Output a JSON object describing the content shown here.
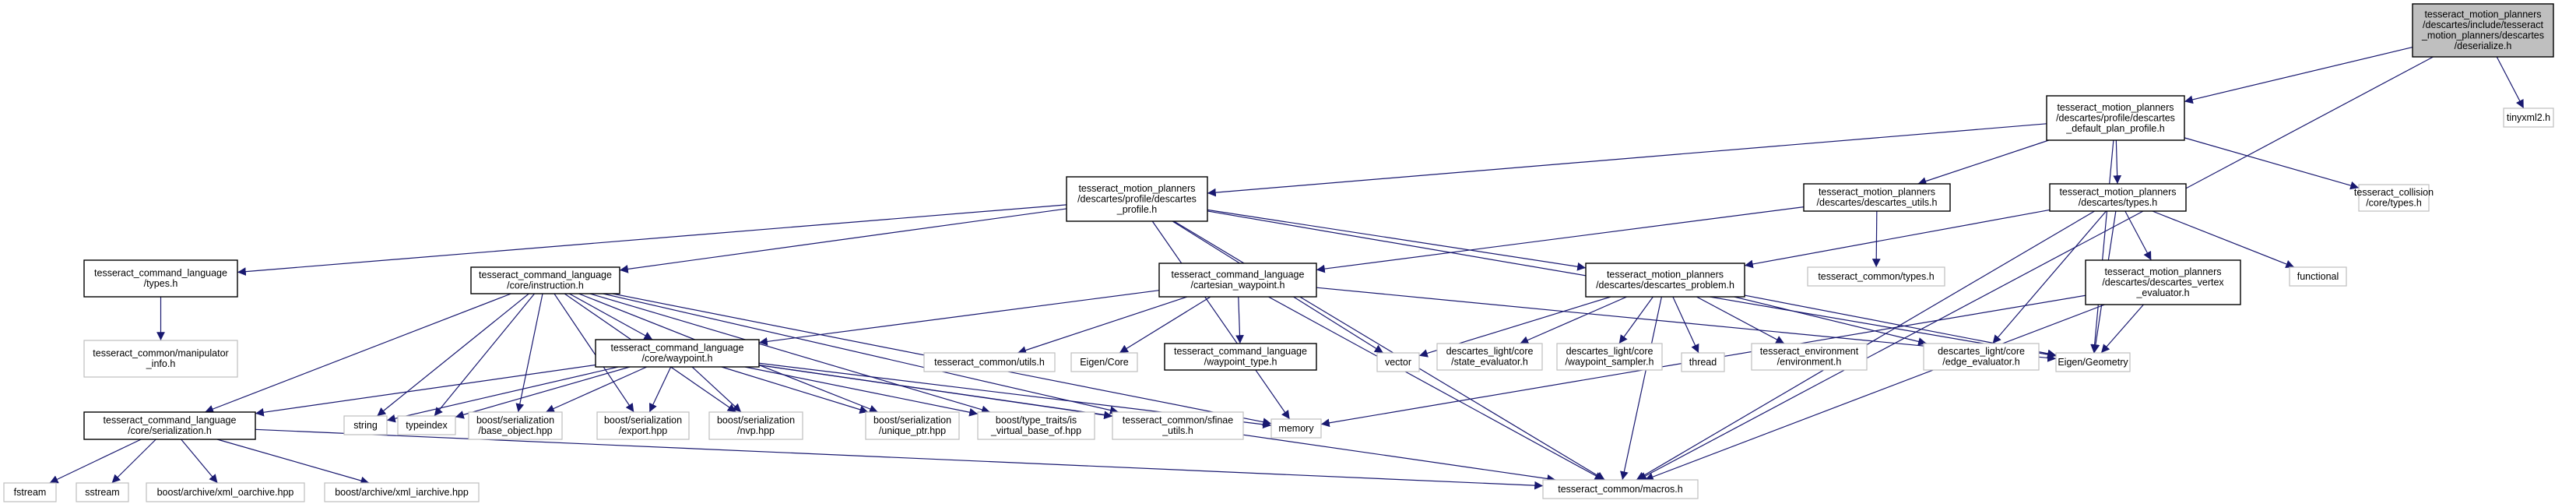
{
  "diagram": {
    "type": "include-dependency-graph",
    "colors": {
      "edge": "#191970",
      "root_fill": "#bfbfbf",
      "node_border": "#000000",
      "external_border": "#bfbfbf"
    },
    "nodes": [
      {
        "id": "deserialize",
        "kind": "root",
        "lines": [
          "tesseract_motion_planners",
          "/descartes/include/tesseract",
          "_motion_planners/descartes",
          "/deserialize.h"
        ]
      },
      {
        "id": "tinyxml2",
        "kind": "external",
        "lines": [
          "tinyxml2.h"
        ]
      },
      {
        "id": "default_plan_profile",
        "kind": "documented",
        "lines": [
          "tesseract_motion_planners",
          "/descartes/profile/descartes",
          "_default_plan_profile.h"
        ]
      },
      {
        "id": "collision_types",
        "kind": "external",
        "lines": [
          "tesseract_collision",
          "/core/types.h"
        ]
      },
      {
        "id": "descartes_profile",
        "kind": "documented",
        "lines": [
          "tesseract_motion_planners",
          "/descartes/profile/descartes",
          "_profile.h"
        ]
      },
      {
        "id": "descartes_utils",
        "kind": "documented",
        "lines": [
          "tesseract_motion_planners",
          "/descartes/descartes_utils.h"
        ]
      },
      {
        "id": "descartes_types",
        "kind": "documented",
        "lines": [
          "tesseract_motion_planners",
          "/descartes/types.h"
        ]
      },
      {
        "id": "common_types",
        "kind": "external",
        "lines": [
          "tesseract_common/types.h"
        ]
      },
      {
        "id": "vertex_evaluator",
        "kind": "documented",
        "lines": [
          "tesseract_motion_planners",
          "/descartes/descartes_vertex",
          "_evaluator.h"
        ]
      },
      {
        "id": "functional",
        "kind": "external",
        "lines": [
          "functional"
        ]
      },
      {
        "id": "cl_types",
        "kind": "documented",
        "lines": [
          "tesseract_command_language",
          "/types.h"
        ]
      },
      {
        "id": "manipulator_info",
        "kind": "external",
        "lines": [
          "tesseract_common/manipulator",
          "_info.h"
        ]
      },
      {
        "id": "instruction",
        "kind": "documented",
        "lines": [
          "tesseract_command_language",
          "/core/instruction.h"
        ]
      },
      {
        "id": "cartesian_waypoint",
        "kind": "documented",
        "lines": [
          "tesseract_command_language",
          "/cartesian_waypoint.h"
        ]
      },
      {
        "id": "descartes_problem",
        "kind": "documented",
        "lines": [
          "tesseract_motion_planners",
          "/descartes/descartes_problem.h"
        ]
      },
      {
        "id": "common_utils",
        "kind": "external",
        "lines": [
          "tesseract_common/utils.h"
        ]
      },
      {
        "id": "eigen_core",
        "kind": "external",
        "lines": [
          "Eigen/Core"
        ]
      },
      {
        "id": "waypoint_type",
        "kind": "documented",
        "lines": [
          "tesseract_command_language",
          "/waypoint_type.h"
        ]
      },
      {
        "id": "vector",
        "kind": "external",
        "lines": [
          "vector"
        ]
      },
      {
        "id": "state_evaluator",
        "kind": "external",
        "lines": [
          "descartes_light/core",
          "/state_evaluator.h"
        ]
      },
      {
        "id": "waypoint_sampler",
        "kind": "external",
        "lines": [
          "descartes_light/core",
          "/waypoint_sampler.h"
        ]
      },
      {
        "id": "thread",
        "kind": "external",
        "lines": [
          "thread"
        ]
      },
      {
        "id": "environment",
        "kind": "external",
        "lines": [
          "tesseract_environment",
          "/environment.h"
        ]
      },
      {
        "id": "edge_evaluator",
        "kind": "external",
        "lines": [
          "descartes_light/core",
          "/edge_evaluator.h"
        ]
      },
      {
        "id": "eigen_geometry",
        "kind": "external",
        "lines": [
          "Eigen/Geometry"
        ]
      },
      {
        "id": "waypoint",
        "kind": "documented",
        "lines": [
          "tesseract_command_language",
          "/core/waypoint.h"
        ]
      },
      {
        "id": "serialization",
        "kind": "documented",
        "lines": [
          "tesseract_command_language",
          "/core/serialization.h"
        ]
      },
      {
        "id": "string",
        "kind": "external",
        "lines": [
          "string"
        ]
      },
      {
        "id": "typeindex",
        "kind": "external",
        "lines": [
          "typeindex"
        ]
      },
      {
        "id": "base_object",
        "kind": "external",
        "lines": [
          "boost/serialization",
          "/base_object.hpp"
        ]
      },
      {
        "id": "export",
        "kind": "external",
        "lines": [
          "boost/serialization",
          "/export.hpp"
        ]
      },
      {
        "id": "nvp",
        "kind": "external",
        "lines": [
          "boost/serialization",
          "/nvp.hpp"
        ]
      },
      {
        "id": "unique_ptr",
        "kind": "external",
        "lines": [
          "boost/serialization",
          "/unique_ptr.hpp"
        ]
      },
      {
        "id": "is_virtual_base",
        "kind": "external",
        "lines": [
          "boost/type_traits/is",
          "_virtual_base_of.hpp"
        ]
      },
      {
        "id": "sfinae",
        "kind": "external",
        "lines": [
          "tesseract_common/sfinae",
          "_utils.h"
        ]
      },
      {
        "id": "memory",
        "kind": "external",
        "lines": [
          "memory"
        ]
      },
      {
        "id": "fstream",
        "kind": "external",
        "lines": [
          "fstream"
        ]
      },
      {
        "id": "sstream",
        "kind": "external",
        "lines": [
          "sstream"
        ]
      },
      {
        "id": "xml_oarchive",
        "kind": "external",
        "lines": [
          "boost/archive/xml_oarchive.hpp"
        ]
      },
      {
        "id": "xml_iarchive",
        "kind": "external",
        "lines": [
          "boost/archive/xml_iarchive.hpp"
        ]
      },
      {
        "id": "macros",
        "kind": "external",
        "lines": [
          "tesseract_common/macros.h"
        ]
      }
    ],
    "edges": [
      [
        "deserialize",
        "default_plan_profile"
      ],
      [
        "deserialize",
        "tinyxml2"
      ],
      [
        "deserialize",
        "macros"
      ],
      [
        "default_plan_profile",
        "descartes_profile"
      ],
      [
        "default_plan_profile",
        "descartes_utils"
      ],
      [
        "default_plan_profile",
        "descartes_types"
      ],
      [
        "default_plan_profile",
        "eigen_geometry"
      ],
      [
        "default_plan_profile",
        "collision_types"
      ],
      [
        "descartes_profile",
        "cl_types"
      ],
      [
        "descartes_profile",
        "instruction"
      ],
      [
        "descartes_profile",
        "descartes_problem"
      ],
      [
        "descartes_profile",
        "vector"
      ],
      [
        "descartes_profile",
        "memory"
      ],
      [
        "descartes_profile",
        "macros"
      ],
      [
        "descartes_profile",
        "eigen_geometry"
      ],
      [
        "descartes_utils",
        "cartesian_waypoint"
      ],
      [
        "descartes_utils",
        "common_types"
      ],
      [
        "descartes_types",
        "descartes_problem"
      ],
      [
        "descartes_types",
        "vertex_evaluator"
      ],
      [
        "descartes_types",
        "functional"
      ],
      [
        "descartes_types",
        "edge_evaluator"
      ],
      [
        "descartes_types",
        "eigen_geometry"
      ],
      [
        "descartes_types",
        "macros"
      ],
      [
        "vertex_evaluator",
        "eigen_geometry"
      ],
      [
        "vertex_evaluator",
        "memory"
      ],
      [
        "vertex_evaluator",
        "macros"
      ],
      [
        "cl_types",
        "manipulator_info"
      ],
      [
        "instruction",
        "waypoint"
      ],
      [
        "instruction",
        "serialization"
      ],
      [
        "instruction",
        "string"
      ],
      [
        "instruction",
        "typeindex"
      ],
      [
        "instruction",
        "base_object"
      ],
      [
        "instruction",
        "export"
      ],
      [
        "instruction",
        "nvp"
      ],
      [
        "instruction",
        "unique_ptr"
      ],
      [
        "instruction",
        "is_virtual_base"
      ],
      [
        "instruction",
        "sfinae"
      ],
      [
        "instruction",
        "memory"
      ],
      [
        "cartesian_waypoint",
        "waypoint"
      ],
      [
        "cartesian_waypoint",
        "common_utils"
      ],
      [
        "cartesian_waypoint",
        "eigen_core"
      ],
      [
        "cartesian_waypoint",
        "waypoint_type"
      ],
      [
        "cartesian_waypoint",
        "macros"
      ],
      [
        "cartesian_waypoint",
        "eigen_geometry"
      ],
      [
        "descartes_problem",
        "vector"
      ],
      [
        "descartes_problem",
        "state_evaluator"
      ],
      [
        "descartes_problem",
        "waypoint_sampler"
      ],
      [
        "descartes_problem",
        "thread"
      ],
      [
        "descartes_problem",
        "environment"
      ],
      [
        "descartes_problem",
        "edge_evaluator"
      ],
      [
        "descartes_problem",
        "eigen_geometry"
      ],
      [
        "descartes_problem",
        "macros"
      ],
      [
        "waypoint",
        "serialization"
      ],
      [
        "waypoint",
        "string"
      ],
      [
        "waypoint",
        "typeindex"
      ],
      [
        "waypoint",
        "base_object"
      ],
      [
        "waypoint",
        "export"
      ],
      [
        "waypoint",
        "nvp"
      ],
      [
        "waypoint",
        "unique_ptr"
      ],
      [
        "waypoint",
        "is_virtual_base"
      ],
      [
        "waypoint",
        "sfinae"
      ],
      [
        "waypoint",
        "memory"
      ],
      [
        "waypoint",
        "macros"
      ],
      [
        "serialization",
        "fstream"
      ],
      [
        "serialization",
        "sstream"
      ],
      [
        "serialization",
        "xml_oarchive"
      ],
      [
        "serialization",
        "xml_iarchive"
      ],
      [
        "serialization",
        "macros"
      ]
    ]
  }
}
